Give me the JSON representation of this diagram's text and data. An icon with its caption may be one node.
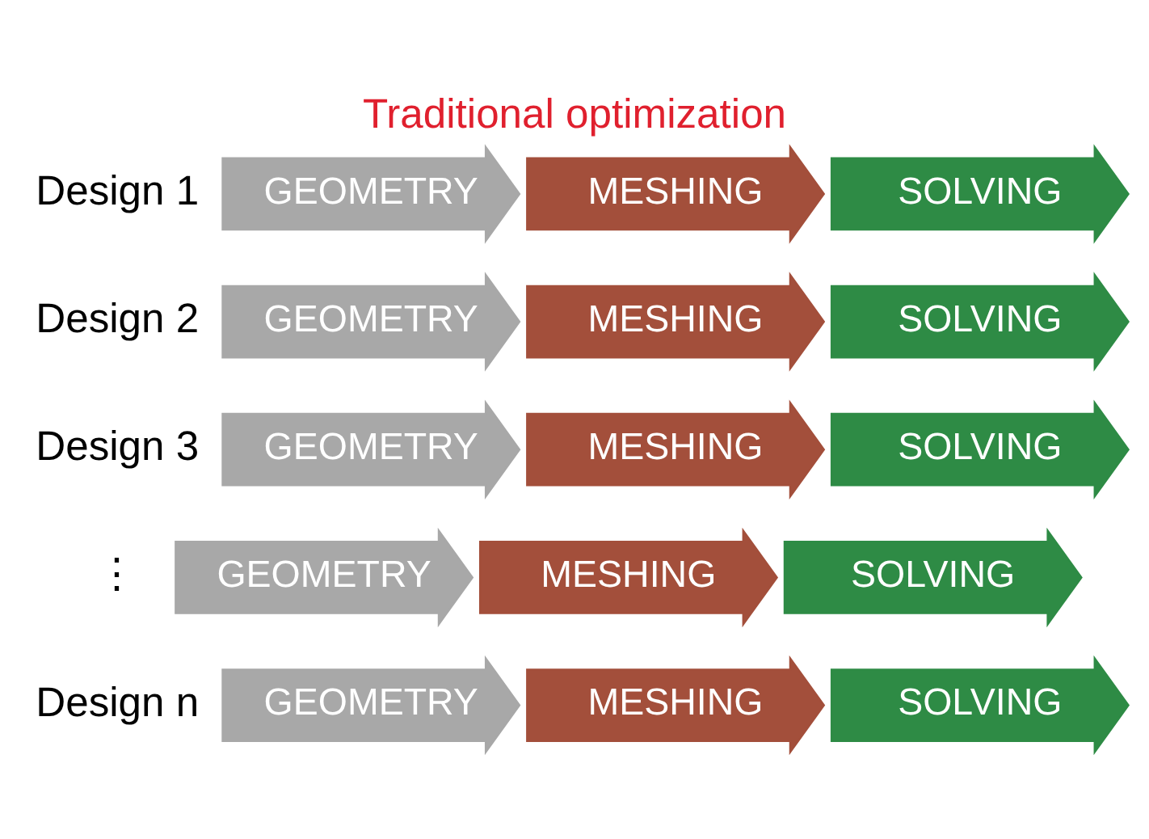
{
  "diagram": {
    "title": "Traditional optimization",
    "nodes": [
      {
        "text": [
          "GEOMETRY"
        ]
      },
      {
        "text": [
          "MESHING"
        ]
      },
      {
        "text": [
          "SOLVING"
        ]
      },
      {
        "text": [
          "GEOMETRY"
        ]
      },
      {
        "text": [
          "MESHING"
        ]
      },
      {
        "text": [
          "SOLVING"
        ]
      },
      {
        "text": [
          "GEOMETRY"
        ]
      },
      {
        "text": [
          "MESHING"
        ]
      },
      {
        "text": [
          "SOLVING"
        ]
      },
      {
        "text": [
          "GEOMETRY"
        ]
      },
      {
        "text": [
          "MESHING"
        ]
      },
      {
        "text": [
          "SOLVING"
        ]
      },
      {
        "text": [
          "GEOMETRY"
        ]
      },
      {
        "text": [
          "MESHING"
        ]
      },
      {
        "text": [
          "SOLVING"
        ]
      }
    ],
    "labels": [
      "Design 1",
      "Design 2",
      "Design 3",
      "⋮",
      "Design n"
    ]
  }
}
